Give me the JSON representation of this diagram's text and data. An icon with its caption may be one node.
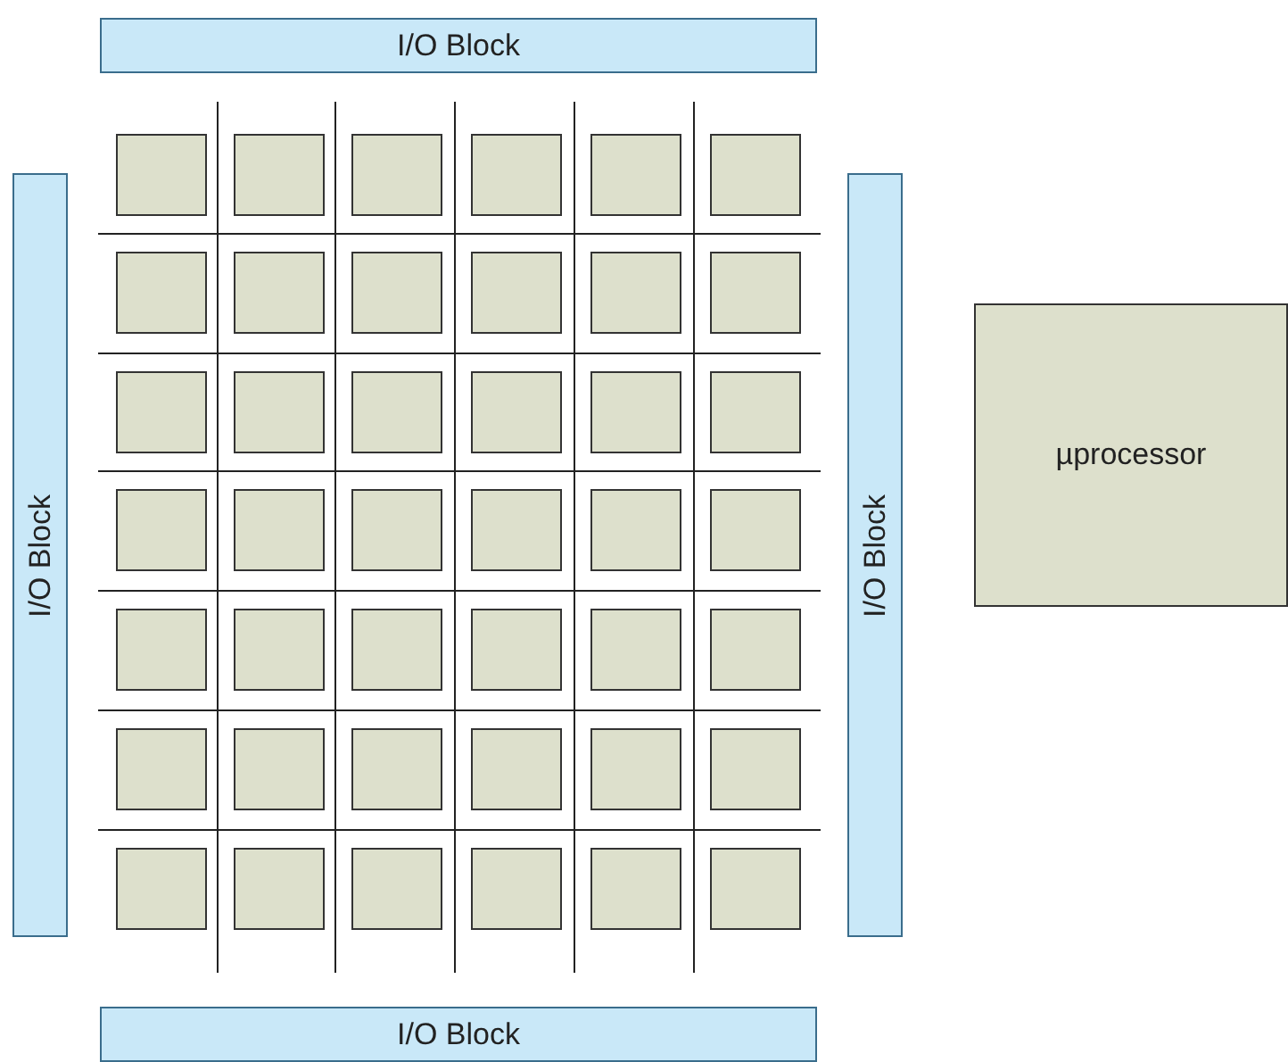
{
  "diagram": {
    "nodes": [
      {
        "text": [
          "I/O Block"
        ]
      },
      {
        "text": [
          "I/O Block"
        ]
      },
      {
        "text": [],
        "shape": "box"
      },
      {
        "text": [],
        "shape": "box"
      },
      {
        "text": [],
        "shape": "box"
      },
      {
        "text": [],
        "shape": "box"
      },
      {
        "text": [],
        "shape": "box"
      },
      {
        "text": [],
        "shape": "box"
      },
      {
        "text": [],
        "shape": "box"
      },
      {
        "text": [],
        "shape": "box"
      },
      {
        "text": [],
        "shape": "box"
      },
      {
        "text": [],
        "shape": "box"
      },
      {
        "text": [],
        "shape": "box"
      },
      {
        "text": [],
        "shape": "box"
      },
      {
        "text": [],
        "shape": "box"
      },
      {
        "text": [],
        "shape": "box"
      },
      {
        "text": [],
        "shape": "box"
      },
      {
        "text": [],
        "shape": "box"
      },
      {
        "text": [],
        "shape": "box"
      },
      {
        "text": [],
        "shape": "box"
      },
      {
        "text": [],
        "shape": "box"
      },
      {
        "text": [],
        "shape": "box"
      },
      {
        "text": [],
        "shape": "box"
      },
      {
        "text": [],
        "shape": "box"
      },
      {
        "text": [],
        "shape": "box"
      },
      {
        "text": [],
        "shape": "box"
      },
      {
        "text": [],
        "shape": "box"
      },
      {
        "text": [],
        "shape": "box"
      },
      {
        "text": [],
        "shape": "box"
      },
      {
        "text": [],
        "shape": "box"
      },
      {
        "text": [],
        "shape": "box"
      },
      {
        "text": [],
        "shape": "box"
      },
      {
        "text": [],
        "shape": "box"
      },
      {
        "text": [],
        "shape": "box"
      },
      {
        "text": [],
        "shape": "box"
      },
      {
        "text": [],
        "shape": "box"
      },
      {
        "text": [],
        "shape": "box"
      },
      {
        "text": [],
        "shape": "box"
      },
      {
        "text": [],
        "shape": "box"
      },
      {
        "text": [],
        "shape": "box"
      },
      {
        "text": [],
        "shape": "box"
      },
      {
        "text": [],
        "shape": "box"
      },
      {
        "text": [],
        "shape": "box"
      },
      {
        "text": [],
        "shape": "box"
      },
      {
        "text": [
          "I/O Block"
        ]
      },
      {
        "text": [
          "µprocessor"
        ]
      },
      {
        "text": [
          "I/O Block"
        ]
      }
    ]
  }
}
